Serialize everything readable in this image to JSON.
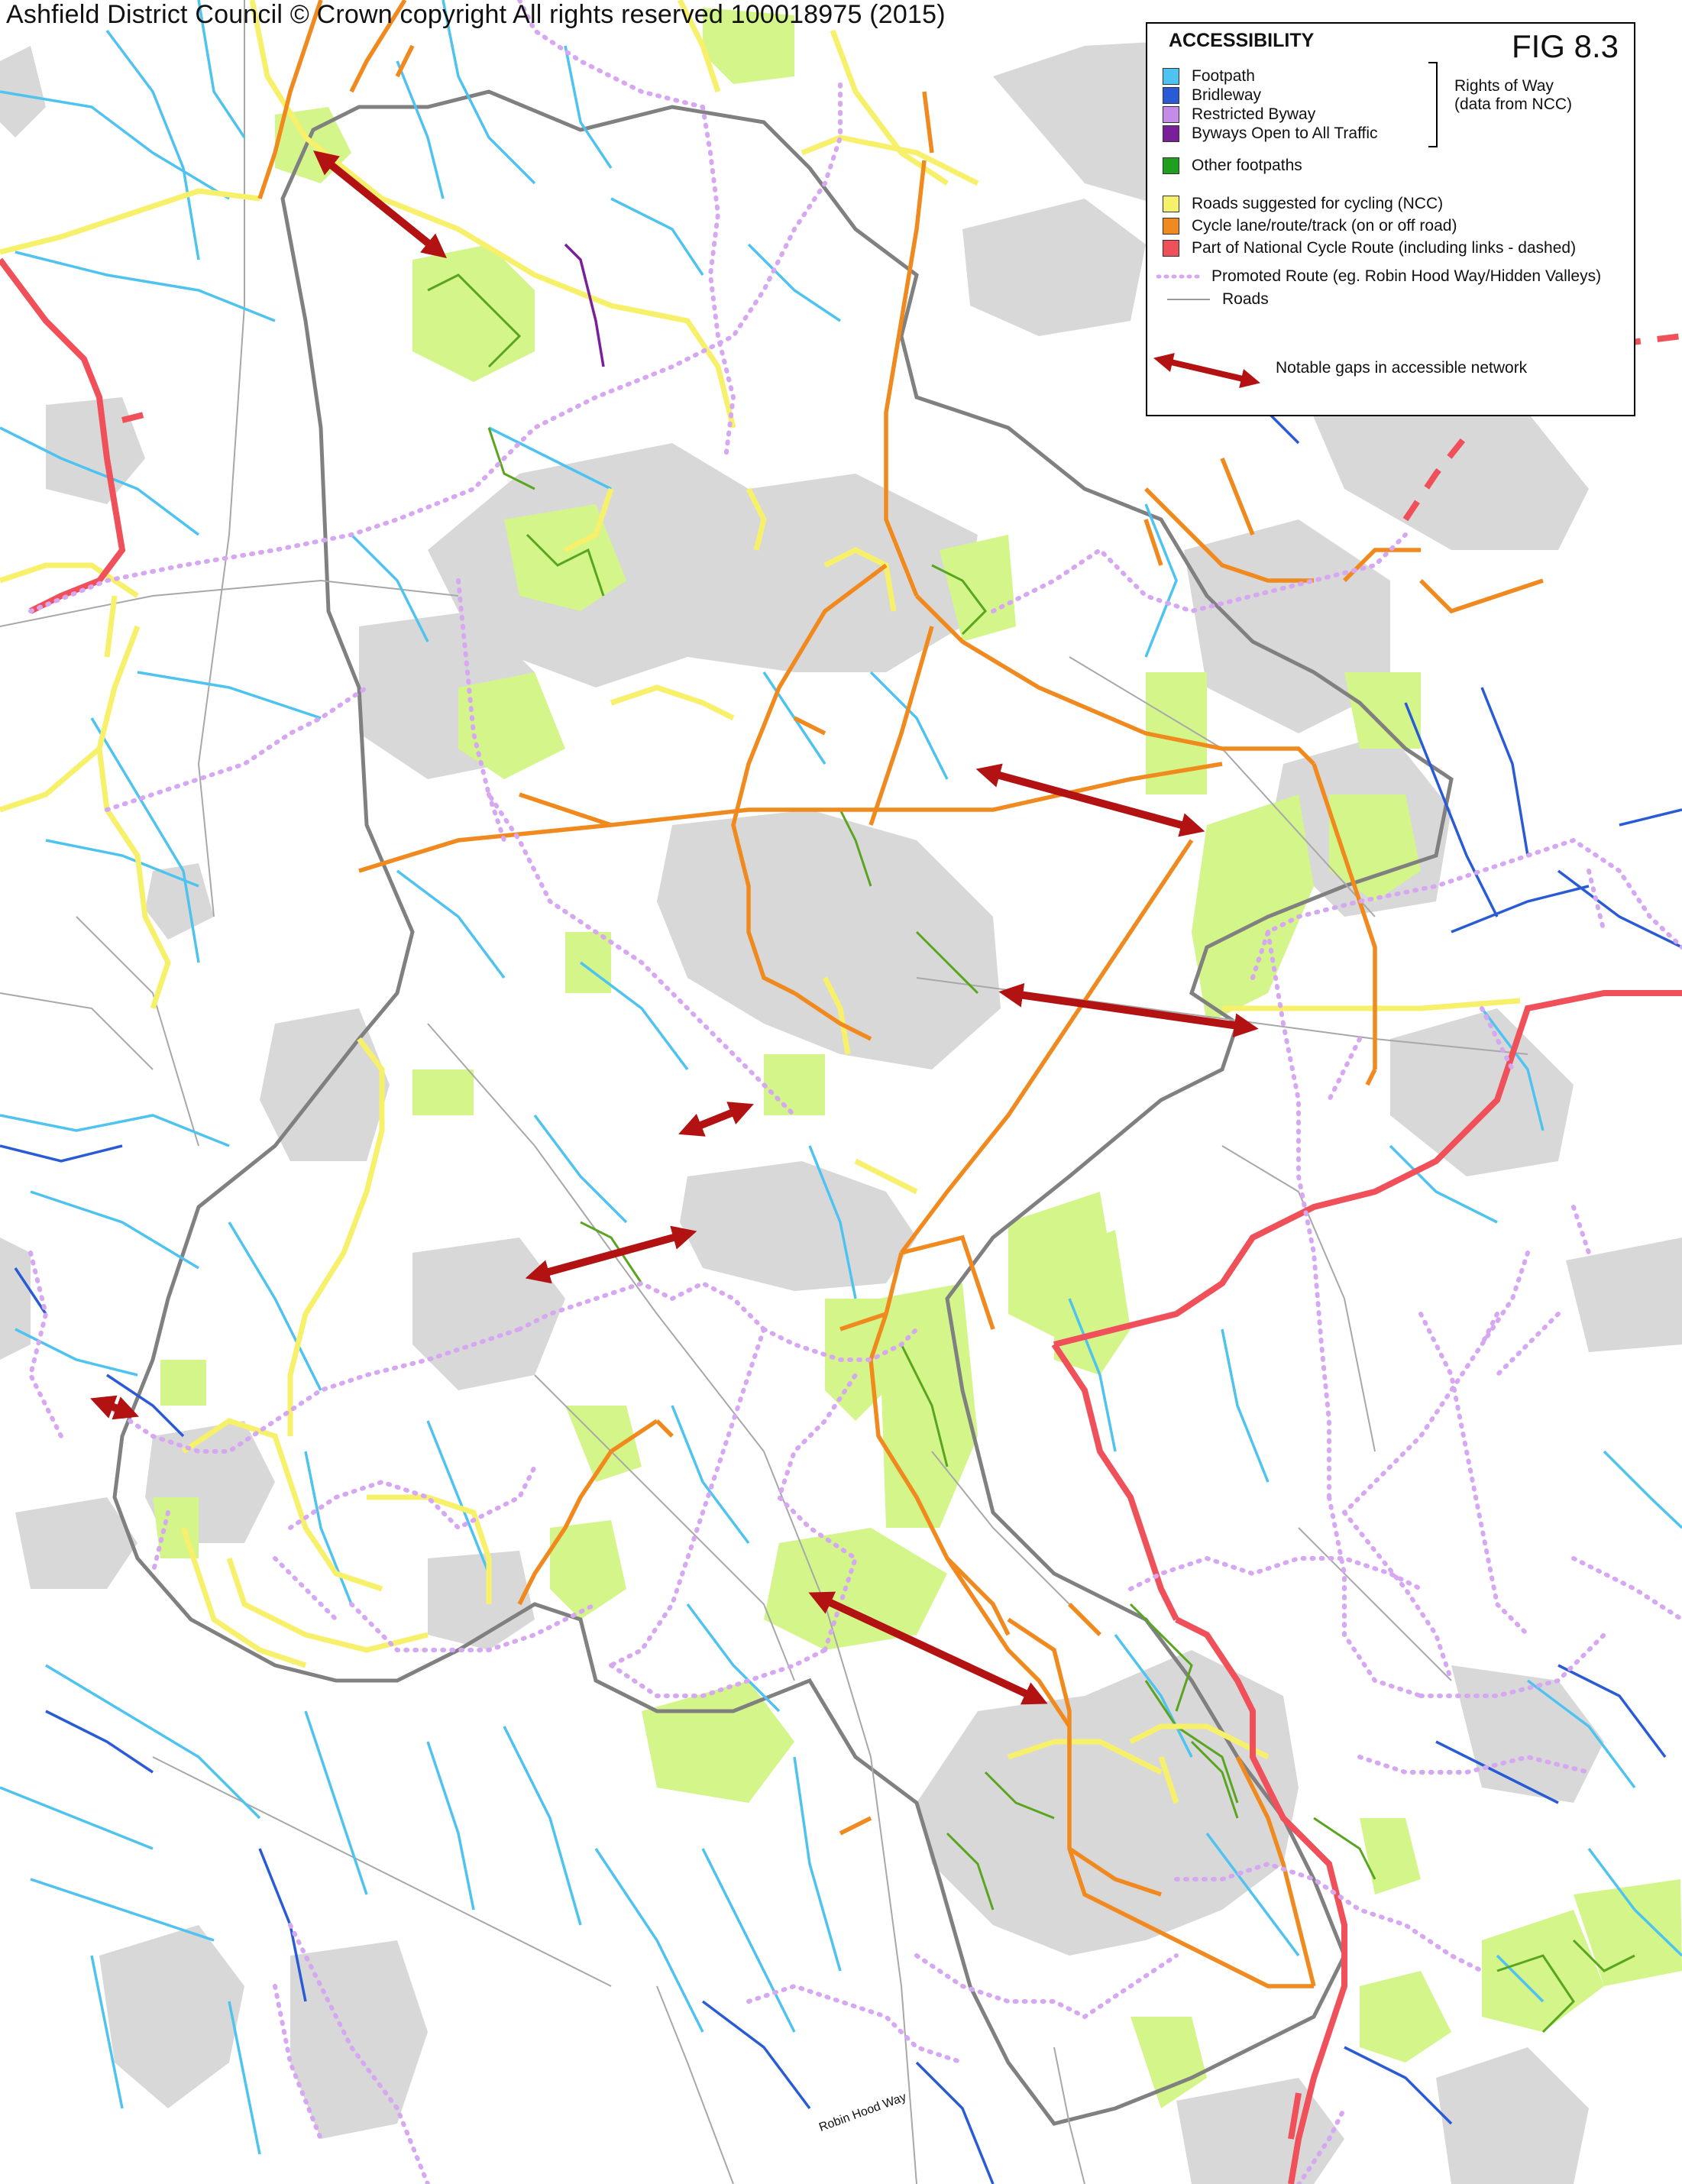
{
  "copyright": "Ashfield District Council © Crown copyright All rights reserved 100018975 (2015)",
  "legend": {
    "title": "ACCESSIBILITY",
    "figure": "FIG 8.3",
    "items": {
      "footpath": "Footpath",
      "bridleway": "Bridleway",
      "restricted_byway": "Restricted Byway",
      "boat": "Byways Open to All Traffic",
      "rights_note_line1": "Rights of Way",
      "rights_note_line2": "(data from NCC)",
      "other_footpaths": "Other footpaths",
      "roads_cycling": "Roads suggested for cycling (NCC)",
      "cycle_lane": "Cycle lane/route/track (on or off road)",
      "national_cycle": "Part of National Cycle Route (including links - dashed)",
      "promoted_route": "Promoted Route (eg. Robin Hood Way/Hidden Valleys)",
      "roads": "Roads",
      "gaps": "Notable gaps in accessible network"
    }
  },
  "road_labels": {
    "robin_hood_way": "Robin Hood Way"
  },
  "colors": {
    "footpath": "#4fc3f0",
    "bridleway": "#2a5bd7",
    "restricted_byway": "#c58be8",
    "boat": "#7a1f9a",
    "other_footpaths": "#5aa520",
    "roads_cycling": "#f7f06a",
    "cycle_lane": "#f08a1e",
    "national_cycle": "#f0505a",
    "promoted_route": "#d6a8f2",
    "roads": "#a0a0a0",
    "urban": "#d8d8d8",
    "green_space": "#d3f58a",
    "boundary": "#808080",
    "gap_arrow": "#b31212"
  }
}
